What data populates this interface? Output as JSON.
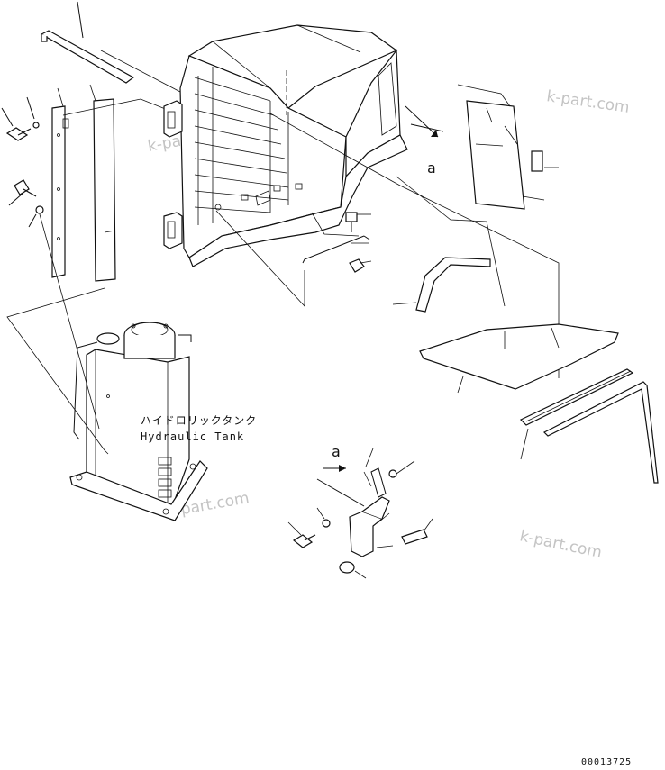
{
  "tank_label": {
    "jp": "ハイドロリックタンク",
    "en": "Hydraulic Tank"
  },
  "view_markers": [
    "a",
    "a"
  ],
  "watermarks": [
    "k-part.com",
    "k-part.com",
    "k-part.com",
    "k-part.com"
  ],
  "drawing_number": "00013725"
}
